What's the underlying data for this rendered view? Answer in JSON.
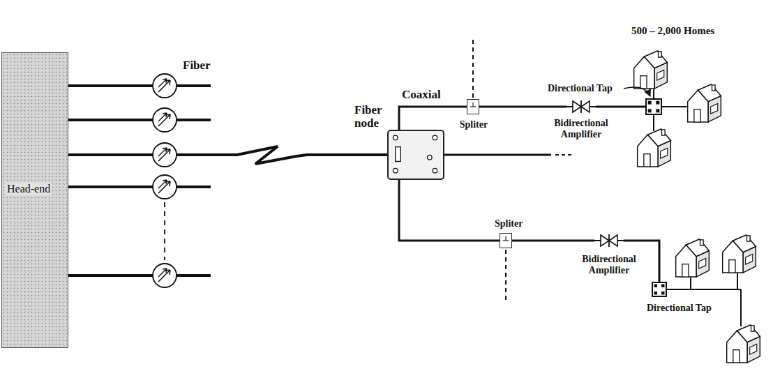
{
  "diagram": {
    "nodes": [
      {
        "text": [
          "Head-end"
        ]
      },
      {
        "text": [
          "Fiber node"
        ]
      },
      {
        "text": [
          "Spliter"
        ]
      },
      {
        "text": [
          "Bidirectional Amplifier"
        ]
      },
      {
        "text": [
          "Directional Tap"
        ]
      },
      {
        "text": [
          "Spliter"
        ]
      },
      {
        "text": [
          "Bidirectional Amplifier"
        ]
      },
      {
        "text": [
          "Directional Tap"
        ]
      }
    ],
    "edges": [
      {
        "from": 0,
        "to": 1,
        "arrow": "none"
      },
      {
        "from": 1,
        "to": 2,
        "arrow": "none"
      },
      {
        "from": 2,
        "to": 3,
        "arrow": "none"
      },
      {
        "from": 3,
        "to": 4,
        "arrow": "none"
      },
      {
        "from": 1,
        "to": 5,
        "arrow": "none"
      },
      {
        "from": 5,
        "to": 6,
        "arrow": "none"
      },
      {
        "from": 6,
        "to": 7,
        "arrow": "none"
      }
    ],
    "labels": [
      "Fiber",
      "Coaxial",
      "500 – 2,000 Homes"
    ]
  }
}
